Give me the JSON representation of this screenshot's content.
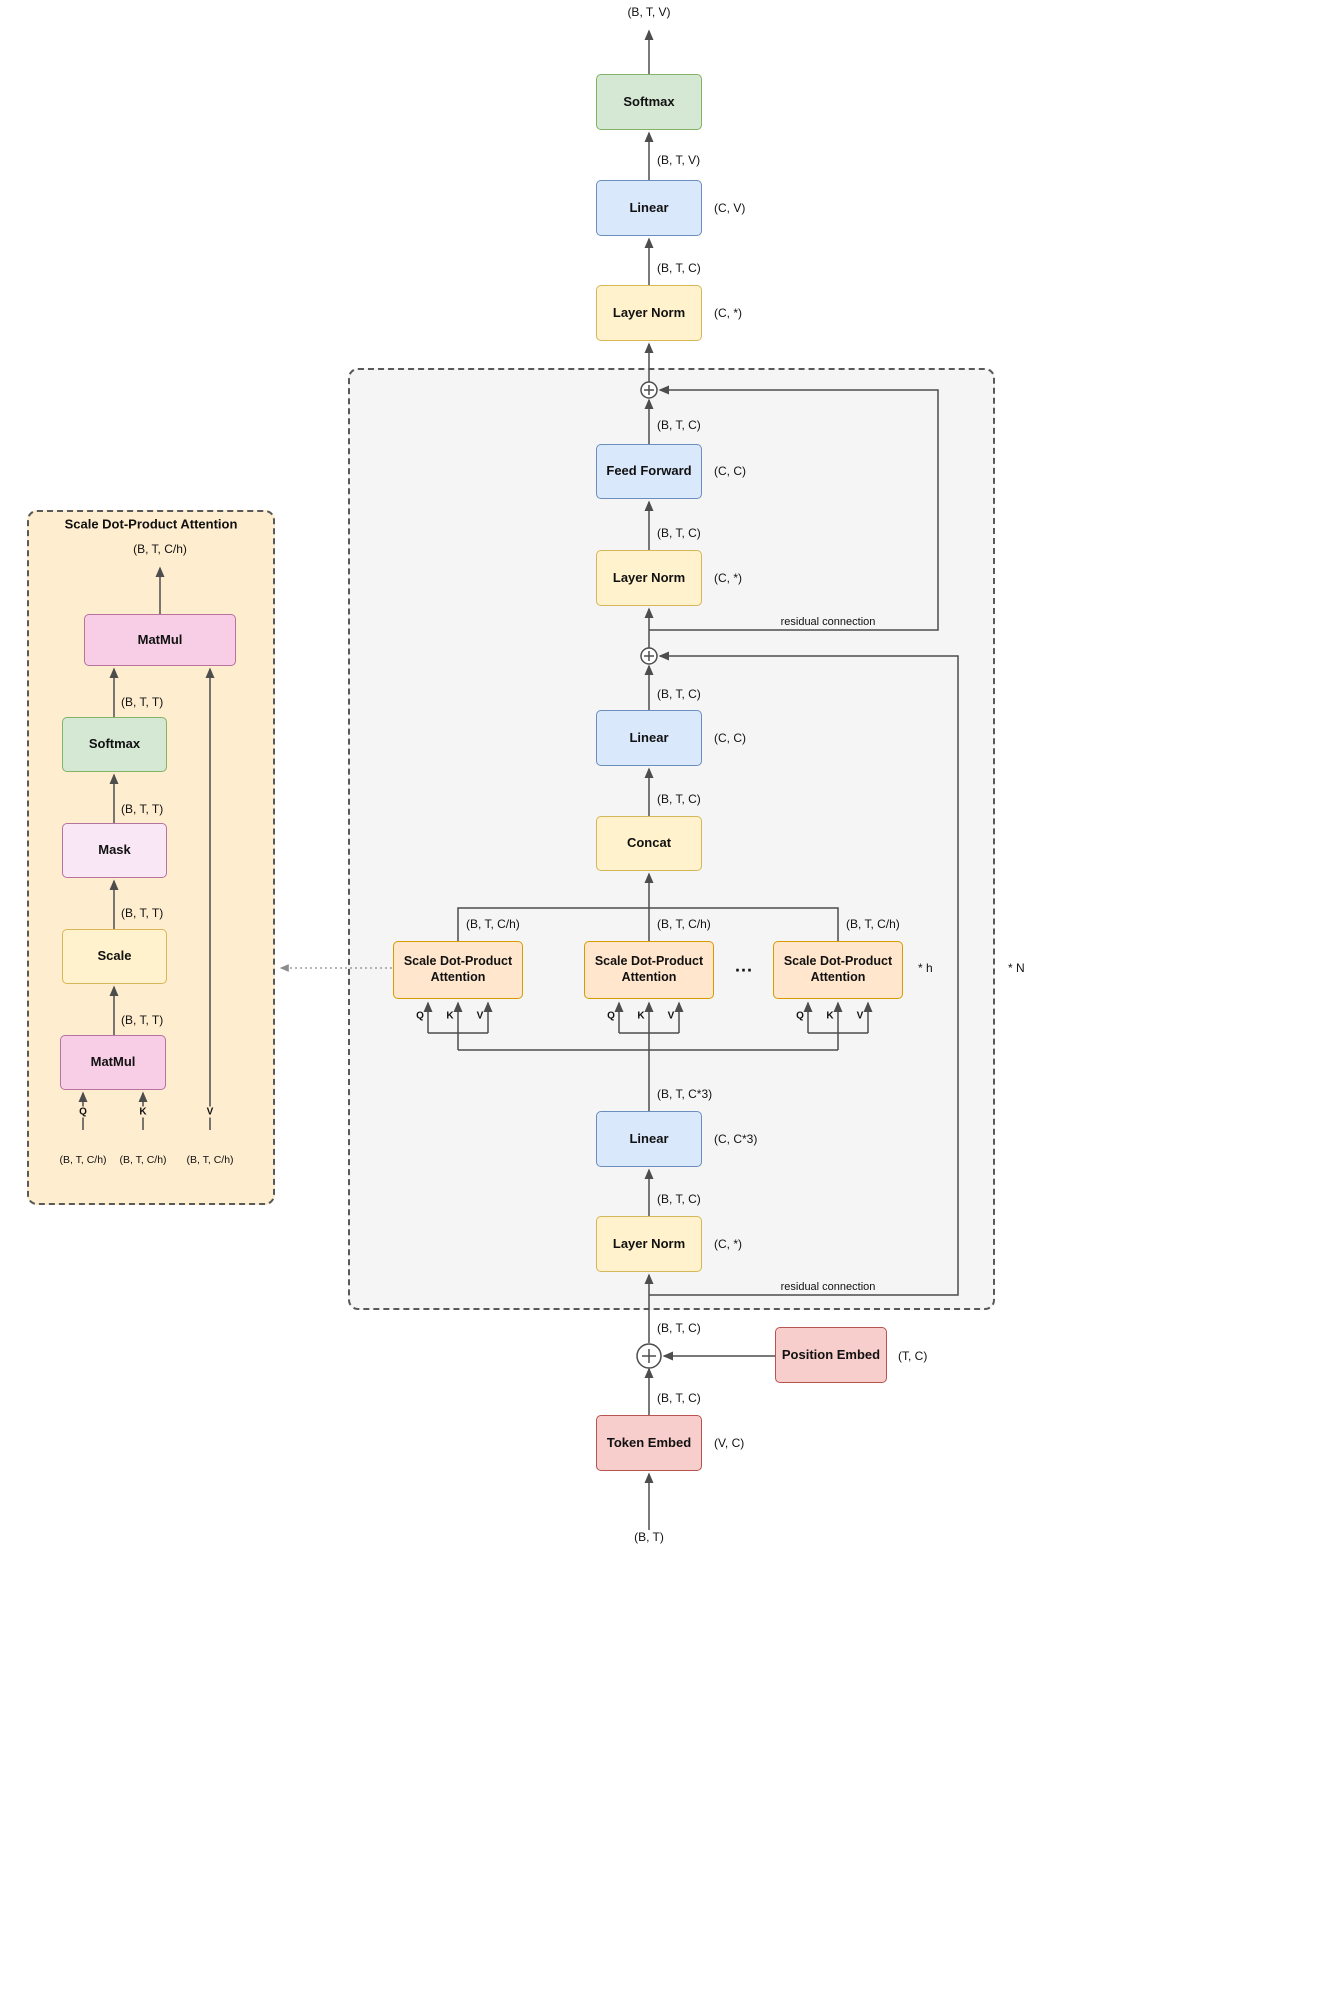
{
  "colors": {
    "softmax_fill": "#d5e8d4",
    "linear_fill": "#dae8fc",
    "layernorm_fill": "#fff2cc",
    "attention_fill": "#ffe6cc",
    "embed_fill": "#f8cecc",
    "matmul_fill": "#f8cee7",
    "outer_block_fill": "#f5f5f5",
    "detail_block_fill": "#ffedcf"
  },
  "main": {
    "softmax": "Softmax",
    "linear": "Linear",
    "layer_norm": "Layer Norm",
    "feed_forward": "Feed Forward",
    "concat": "Concat",
    "attention": "Scale Dot-Product Attention",
    "token_embed": "Token Embed",
    "position_embed": "Position Embed",
    "shape_btv": "(B, T, V)",
    "shape_btc": "(B, T, C)",
    "shape_btch": "(B, T, C/h)",
    "shape_btc3": "(B, T, C*3)",
    "shape_bt": "(B, T)",
    "param_cv": "(C, V)",
    "param_cstar": "(C, *)",
    "param_cc": "(C, C)",
    "param_cc3": "(C, C*3)",
    "param_tc": "(T, C)",
    "param_vc": "(V, C)",
    "residual": "residual connection",
    "ellipsis": "...",
    "times_h": "* h",
    "times_n": "* N",
    "q": "Q",
    "k": "K",
    "v": "V"
  },
  "detail": {
    "title": "Scale Dot-Product Attention",
    "matmul": "MatMul",
    "softmax": "Softmax",
    "mask": "Mask",
    "scale": "Scale",
    "shape_btt": "(B, T, T)",
    "shape_btch": "(B, T, C/h)",
    "out_shape": "(B, T, C/h)",
    "q": "Q",
    "k": "K",
    "v": "V"
  }
}
